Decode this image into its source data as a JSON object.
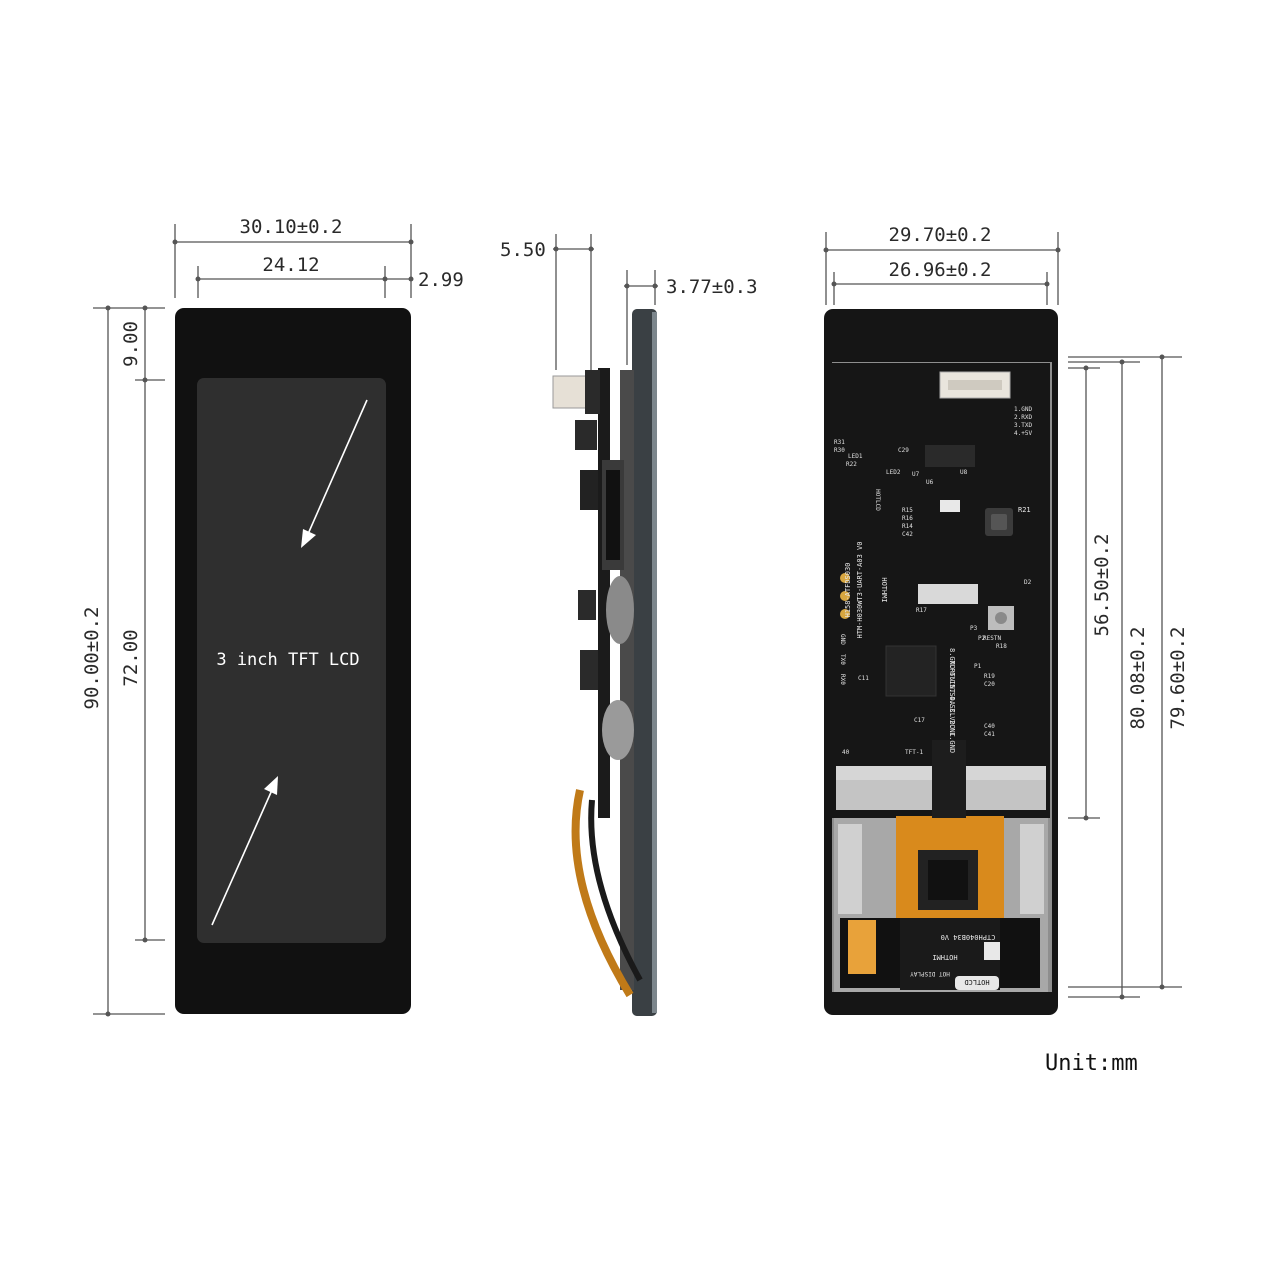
{
  "colors": {
    "bezel": "#111111",
    "screen": "#2f2f2f",
    "pcb": "#161616",
    "flex": "#d98a1c",
    "dimension": "#555555"
  },
  "front_view": {
    "screen_label": "3 inch TFT LCD",
    "dims": {
      "width_overall": "30.10±0.2",
      "width_active": "24.12",
      "right_margin": "2.99",
      "top_margin": "9.00",
      "height_overall": "90.00±0.2",
      "height_active": "72.00"
    }
  },
  "side_view": {
    "dims": {
      "connector_depth": "5.50",
      "panel_thickness": "3.77±0.3"
    }
  },
  "back_view": {
    "dims": {
      "width_overall": "29.70±0.2",
      "width_pcb": "26.96±0.2",
      "height_pcb": "56.50±0.2",
      "height_mid": "80.08±0.2",
      "height_back": "79.60±0.2"
    },
    "silkscreen": {
      "board_id": "HTM-H030WT3-UART-A03 V0",
      "model": "H158-ATFDS030",
      "brand": "HOTHMI",
      "brand_sub": "HOT DISPLAY",
      "logo": "HOTLCD",
      "pins_uart": [
        "1.GND",
        "2.RXD",
        "3.TXD",
        "4.+5V"
      ],
      "pins_tp": [
        "8.GND",
        "7.RTN",
        "6.INT",
        "5.SDA",
        "4.SCL",
        "3.VDD",
        "2.NC",
        "1.GND"
      ],
      "pads": [
        "GND",
        "TX0",
        "RX0"
      ],
      "fpc_label": "CTPH040B34 V0",
      "reset_label": "RESTN",
      "connector_marks": [
        "40",
        "TFT-1"
      ],
      "refs": [
        "R21",
        "R22",
        "R30",
        "R31",
        "LED1",
        "LED2",
        "C29",
        "C11",
        "C17",
        "C20",
        "C40",
        "C41",
        "C42",
        "R16",
        "R14",
        "R15",
        "R17",
        "R18",
        "R19",
        "D2",
        "U6",
        "U7",
        "U8",
        "P1",
        "P2",
        "P3"
      ]
    }
  },
  "unit_label": "Unit:mm"
}
